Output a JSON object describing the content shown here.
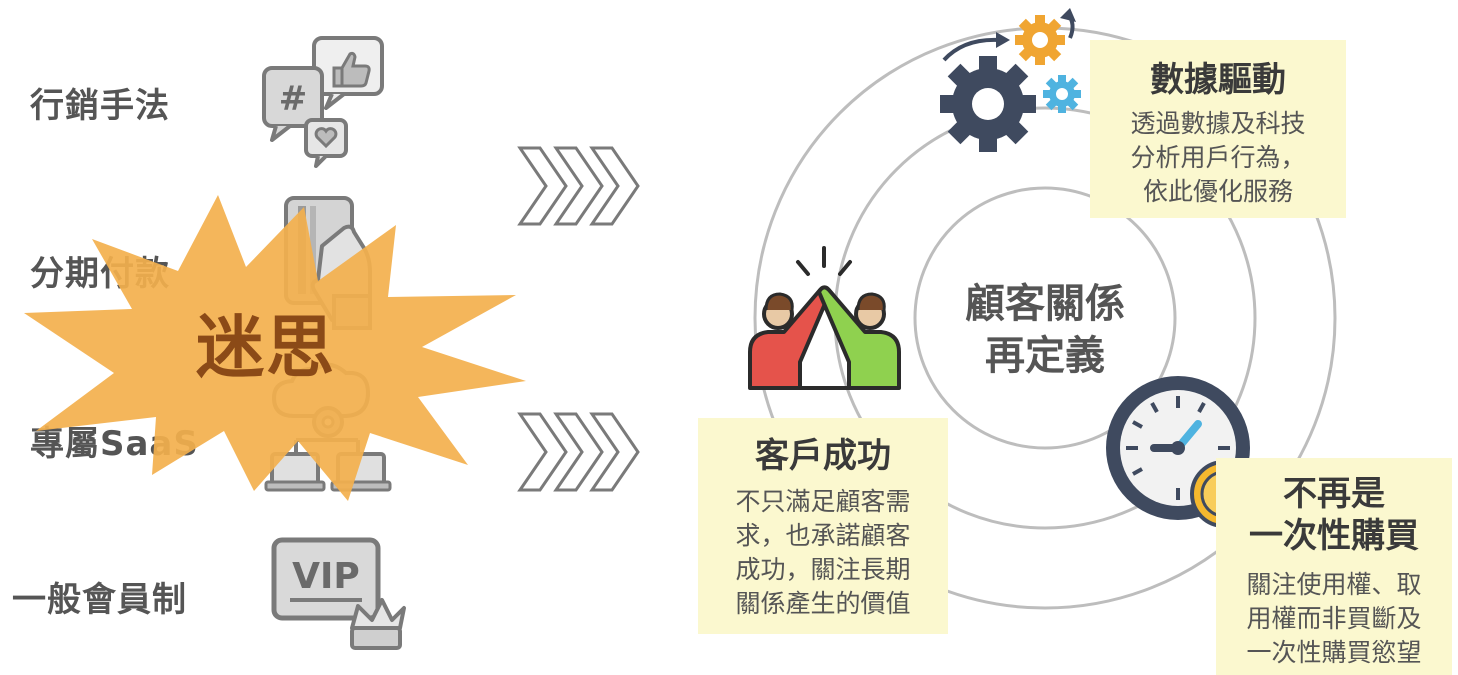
{
  "left": {
    "items": [
      {
        "label": "行銷手法",
        "icon": "social-chat-icon"
      },
      {
        "label": "分期付款",
        "icon": "credit-card-payment-icon"
      },
      {
        "label": "專屬SaaS",
        "icon": "cloud-saas-icon"
      },
      {
        "label": "一般會員制",
        "icon": "vip-membership-icon"
      }
    ],
    "burst_text": "迷思",
    "vip_text": "VIP"
  },
  "center": {
    "line1": "顧客關係",
    "line2": "再定義"
  },
  "boxes": {
    "data_driven": {
      "title": "數據驅動",
      "lines": [
        "透過數據及科技",
        "分析用戶行為，",
        "依此優化服務"
      ]
    },
    "customer_success": {
      "title": "客戶成功",
      "lines": [
        "不只滿足顧客需",
        "求，也承諾顧客",
        "成功，關注長期",
        "關係產生的價值"
      ]
    },
    "not_one_time": {
      "title1": "不再是",
      "title2": "一次性購買",
      "lines": [
        "關注使用權、取",
        "用權而非買斷及",
        "一次性購買慾望"
      ]
    }
  },
  "colors": {
    "burst": "#f3b04d",
    "burst_text": "#8b4a17",
    "box_bg": "#fbf8cf",
    "ring": "#bdbdbd",
    "gray_icon": "#8a8a8a",
    "gear_dark": "#3f4a5f",
    "gear_orange": "#f0a532",
    "gear_blue": "#4fb3e0",
    "person_red": "#e5534b",
    "person_green": "#8fd14f",
    "coin": "#f5b82e"
  }
}
